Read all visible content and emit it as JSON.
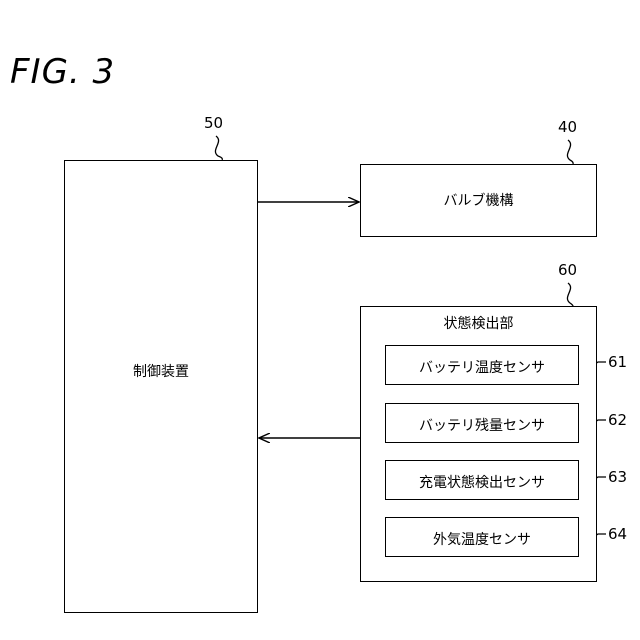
{
  "figure": {
    "title": "FIG. 3"
  },
  "control_device": {
    "ref": "50",
    "label": "制御装置"
  },
  "valve_mechanism": {
    "ref": "40",
    "label": "バルブ機構"
  },
  "state_detection_unit": {
    "ref": "60",
    "label": "状態検出部",
    "sensors": [
      {
        "ref": "61",
        "label": "バッテリ温度センサ"
      },
      {
        "ref": "62",
        "label": "バッテリ残量センサ"
      },
      {
        "ref": "63",
        "label": "充電状態検出センサ"
      },
      {
        "ref": "64",
        "label": "外気温度センサ"
      }
    ]
  }
}
